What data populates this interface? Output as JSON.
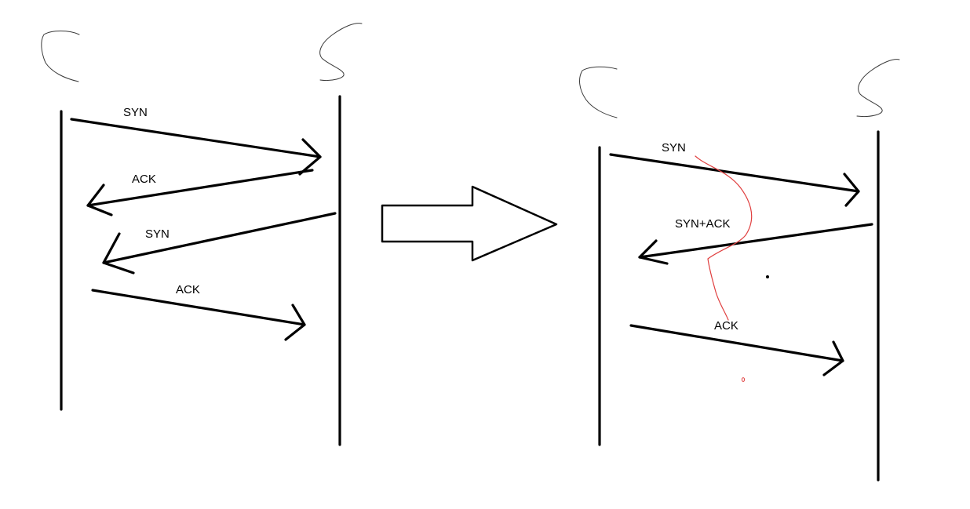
{
  "colors": {
    "ink": "#000000",
    "annotation": "#e04040",
    "background": "#ffffff"
  },
  "left_diagram": {
    "client_mark": "C",
    "server_mark": "S",
    "messages": [
      {
        "label": "SYN",
        "direction": "client-to-server"
      },
      {
        "label": "ACK",
        "direction": "server-to-client"
      },
      {
        "label": "SYN",
        "direction": "server-to-client"
      },
      {
        "label": "ACK",
        "direction": "client-to-server"
      }
    ]
  },
  "transition_arrow": {
    "icon": "right-arrow-icon"
  },
  "right_diagram": {
    "client_mark": "C",
    "server_mark": "S",
    "messages": [
      {
        "label": "SYN",
        "direction": "client-to-server"
      },
      {
        "label": "SYN+ACK",
        "direction": "server-to-client"
      },
      {
        "label": "ACK",
        "direction": "client-to-server"
      }
    ]
  }
}
